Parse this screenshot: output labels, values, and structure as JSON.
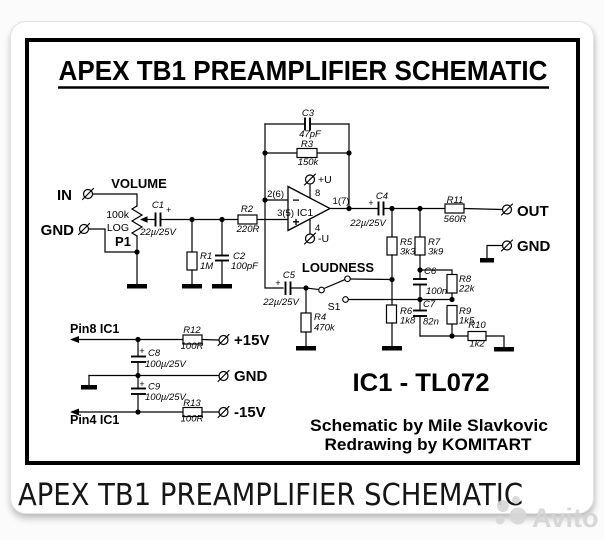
{
  "title": "APEX TB1 PREAMPLIFIER SCHEMATIC",
  "caption": "APEX TB1 PREAMPLIFIER SCHEMATIC",
  "io": {
    "in": "IN",
    "gnd_left": "GND",
    "out": "OUT",
    "gnd_right": "GND",
    "plus15": "+15V",
    "gnd_mid": "GND",
    "minus15": "-15V"
  },
  "controls": {
    "volume": "VOLUME",
    "loudness": "LOUDNESS",
    "pot_ref": "P1",
    "pot_value": "100k",
    "pot_taper": "LOG",
    "switch_ref": "S1"
  },
  "opamp": {
    "ref": "IC1",
    "inv_pin": "2(6)",
    "noninv_pin": "3(5)",
    "out_pin": "1(7)",
    "vcc_pin": "8",
    "vee_pin": "4",
    "inv_sign": "−",
    "noninv_sign": "+",
    "vcc_label": "+U",
    "vee_label": "-U"
  },
  "power": {
    "pin8": "Pin8 IC1",
    "pin4": "Pin4 IC1"
  },
  "parts": {
    "c1": {
      "ref": "C1",
      "val": "22µ/25V",
      "pol": "+"
    },
    "c2": {
      "ref": "C2",
      "val": "100pF"
    },
    "c3": {
      "ref": "C3",
      "val": "47pF"
    },
    "c4": {
      "ref": "C4",
      "val": "22µ/25V",
      "pol": "+"
    },
    "c5": {
      "ref": "C5",
      "val": "22µ/25V",
      "pol": "+"
    },
    "c6": {
      "ref": "C6",
      "val": "100n"
    },
    "c7": {
      "ref": "C7",
      "val": "82n"
    },
    "c8": {
      "ref": "C8",
      "val": "100µ/25V",
      "pol": "+"
    },
    "c9": {
      "ref": "C9",
      "val": "100µ/25V",
      "pol": "+"
    },
    "r1": {
      "ref": "R1",
      "val": "1M"
    },
    "r2": {
      "ref": "R2",
      "val": "220R"
    },
    "r3": {
      "ref": "R3",
      "val": "150k"
    },
    "r4": {
      "ref": "R4",
      "val": "470k"
    },
    "r5": {
      "ref": "R5",
      "val": "3k3"
    },
    "r6": {
      "ref": "R6",
      "val": "1k8"
    },
    "r7": {
      "ref": "R7",
      "val": "3k9"
    },
    "r8": {
      "ref": "R8",
      "val": "22k"
    },
    "r9": {
      "ref": "R9",
      "val": "1k5"
    },
    "r10": {
      "ref": "R10",
      "val": "1k2"
    },
    "r11": {
      "ref": "R11",
      "val": "560R"
    },
    "r12": {
      "ref": "R12",
      "val": "100R"
    },
    "r13": {
      "ref": "R13",
      "val": "100R"
    }
  },
  "footer": {
    "ic_line": "IC1 - TL072",
    "credit1": "Schematic by Mile Slavkovic",
    "credit2": "Redrawing by KOMITART"
  },
  "watermark": {
    "text": "Avito"
  },
  "colors": {
    "ink": "#000000",
    "paper": "#ffffff",
    "watermark": "#d4d4d4"
  }
}
